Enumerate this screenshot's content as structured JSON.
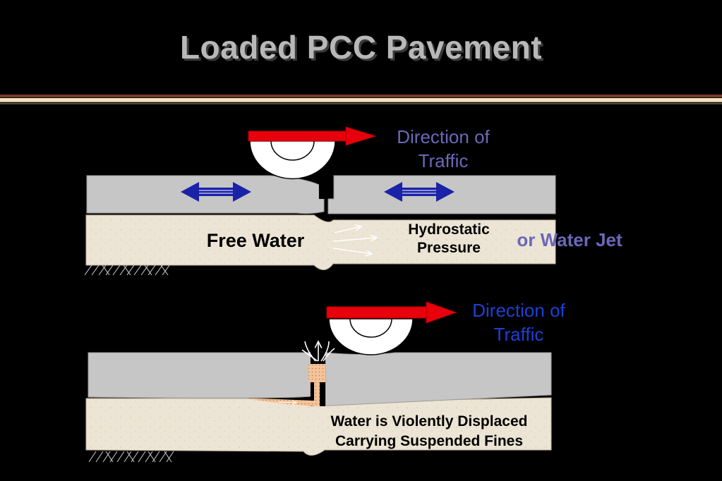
{
  "slide": {
    "title": "Loaded PCC Pavement"
  },
  "top_diagram": {
    "direction_label": "Direction of Traffic",
    "direction_line1": "Direction of",
    "direction_line2": "Traffic",
    "free_water": "Free Water",
    "pressure_line1": "Hydrostatic",
    "pressure_line2": "Pressure",
    "jet_label": "or Water Jet"
  },
  "bottom_diagram": {
    "direction_line1": "Direction of",
    "direction_line2": "Traffic",
    "displaced_line1": "Water is Violently Displaced",
    "displaced_line2": "Carrying Suspended Fines"
  },
  "colors": {
    "slab": "#c6c6c6",
    "base": "#ece4d4",
    "arrow_red": "#e8000c",
    "arrow_blue": "#1a22a8",
    "fines": "#f2c49c"
  }
}
